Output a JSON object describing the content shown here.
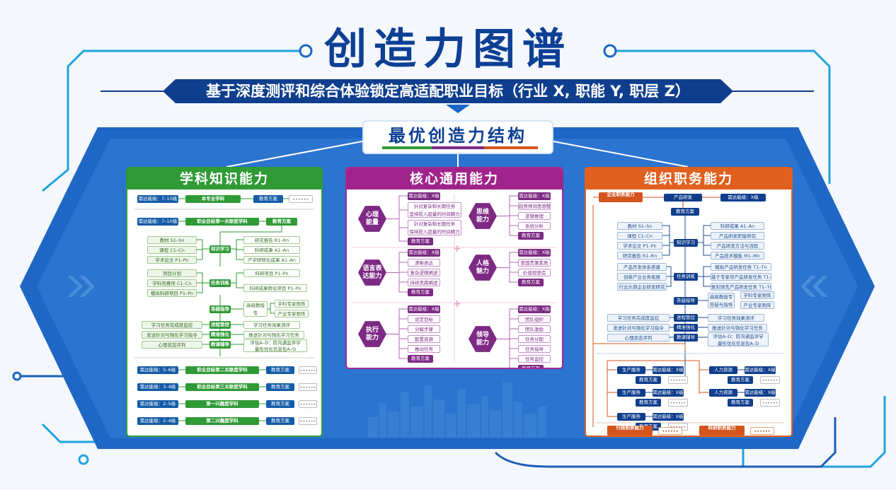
{
  "title": "创造力图谱",
  "subtitle": "基于深度测评和综合体验锁定高适配职业目标（行业 X, 职能 Y, 职层 Z）",
  "core": "最优创造力结构",
  "colors": {
    "navy": "#0f3e8d",
    "blue": "#1a66c8",
    "green": "#2f9a36",
    "purple": "#7d2a84",
    "orange": "#d4541e"
  },
  "left": {
    "title": "学科知识能力",
    "top_row": {
      "level": "需达能级：7–10级",
      "subject": "本专业学科",
      "edu": "教育方案",
      "more": "••••••"
    },
    "main_row": {
      "level": "需达能级：7–10级",
      "subject": "职业目标第一关联度学科",
      "edu": "教育方案"
    },
    "inputs_a": [
      "教材 S1–Sn",
      "课程 C1–Cn",
      "学术论文 P1–Pn"
    ],
    "hub_a": "知识学习",
    "outputs_a": [
      "研究报告 R1–Rn",
      "科研成果 A1–An",
      "产学研转化成果 A1–An"
    ],
    "inputs_b": [
      "项目计划",
      "学科竞赛项 C1–Cn",
      "模拟科研项目 P1–Pn"
    ],
    "hub_b": "任务训练",
    "outputs_b": [
      "科研项目 P1–Pn",
      "科研成果转化项目 P1–Pn"
    ],
    "hub_c": "答疑指导",
    "mid_c": "高级教授专\n答疑与指导",
    "outputs_c": [
      "学科专家矩阵",
      "产业专家矩阵"
    ],
    "bottom_left": [
      "学习任务完成度监控",
      "发送针对与强化学习指令",
      "心理状态评判"
    ],
    "bottom_hubs": [
      "进程管控",
      "精准强化",
      "教课辅导"
    ],
    "bottom_right": [
      "学习任务效果测评",
      "推送针对与强化学习任务",
      "评估A–D：防沟通监评学\n量形优化信息包A–D"
    ],
    "rows": [
      {
        "level": "需达能级：5–6级",
        "subject": "职业目标第二关联度学科",
        "edu": "教育方案",
        "more": "••••••"
      },
      {
        "level": "需达能级：3–4级",
        "subject": "职业目标第三关联度学科",
        "edu": "教育方案",
        "more": "••••••"
      },
      {
        "level": "需达能级：2–5级",
        "subject": "第一兴趣度学科",
        "edu": "教育方案",
        "more": "••••••"
      },
      {
        "level": "需达能级：2–4级",
        "subject": "第二兴趣度学科",
        "edu": "教育方案",
        "more": "••••••"
      }
    ]
  },
  "middle": {
    "title": "核心通用能力",
    "blocks": [
      {
        "name": "心理\n能量",
        "items": [
          "需达能级：X级",
          "针对复杂和长期任务\n坚持投入超量的时间精力",
          "针对复杂和长期任务\n保持投入超量的时间精力",
          "教育方案"
        ]
      },
      {
        "name": "思维\n能力",
        "items": [
          "需达能级：X级",
          "趋势预测思想整理",
          "逻辑推理",
          "系统分析",
          "教育方案"
        ]
      },
      {
        "name": "语言表\n达能力",
        "items": [
          "需达能级：X级",
          "清晰表达",
          "复杂逻辑阐述",
          "持续思路阐述",
          "教育方案"
        ]
      },
      {
        "name": "人格\n魅力",
        "items": [
          "需达能级：X级",
          "爱国贵兼素质",
          "价值观塑造",
          "教育方案"
        ]
      },
      {
        "name": "执行\n能力",
        "items": [
          "需达能级：X级",
          "设定目标",
          "分解步骤",
          "配置资源",
          "推动任务",
          "教育方案"
        ]
      },
      {
        "name": "领导\n能力",
        "items": [
          "需达能级：X级",
          "团队组织",
          "团队激励",
          "任务分配",
          "任务指导",
          "任务监控",
          "教育方案"
        ]
      }
    ]
  },
  "right": {
    "title": "组织职务能力",
    "header": {
      "left": "企业职务能力",
      "mid": "产品研发",
      "level": "需达能级：X级",
      "edu": "教育方案"
    },
    "inputs": [
      "教材 S1–Sn",
      "课程 C1–Cn",
      "学术论文 P1–Pn",
      "研究报告 R1–Rn"
    ],
    "hub_a": "知识学习",
    "outputs_a": [
      "科研成果 A1–An",
      "产品研发职能研究",
      "产品研发方法与流程",
      "产品技术模板 M1–Mn"
    ],
    "inputs_b": [
      "产品开发体系搭建",
      "创新产业业务拓展",
      "行业头部企业研发研究"
    ],
    "hub_b": "任务训练",
    "outputs_b": [
      "模拟产品研发任务 T1–Tn",
      "基于专家带产品研发任务 T1–Tn",
      "复刻领先产品研发任务 T1–Tn"
    ],
    "hub_c": "答疑指导",
    "mid_c": "高级教授专\n答疑与指导",
    "outputs_c": [
      "学科专家矩阵",
      "产业专家矩阵"
    ],
    "bottom_left": [
      "学习任务完成度监控",
      "发送针对与强化学习指令",
      "心理状态评判"
    ],
    "bottom_hubs": [
      "进程管控",
      "精准强化",
      "教课辅导"
    ],
    "bottom_right": [
      "学习任务效果测评",
      "推送针对与强化学习任务",
      "评估A–D：防沟通监评学\n量形优化信息包A–D"
    ],
    "roles": [
      {
        "name": "生产服务",
        "level": "需达能级：X级",
        "edu": "教育方案",
        "more": "••••••"
      },
      {
        "name": "生产服务",
        "level": "需达能级：X级",
        "edu": "教育方案",
        "more": "••••••"
      },
      {
        "name": "生产服务",
        "level": "需达能级：X级",
        "edu": "教育方案",
        "more": "••••••"
      },
      {
        "name": "人力资源",
        "level": "需达能级：X级",
        "edu": "教育方案",
        "more": "••••••"
      },
      {
        "name": "人力资源",
        "level": "需达能级：X级",
        "edu": "教育方案",
        "more": "••••••"
      }
    ],
    "footer": [
      {
        "label": "行政职务能力",
        "more": "••••••"
      },
      {
        "label": "科研职务能力",
        "more": "••••••"
      }
    ]
  }
}
